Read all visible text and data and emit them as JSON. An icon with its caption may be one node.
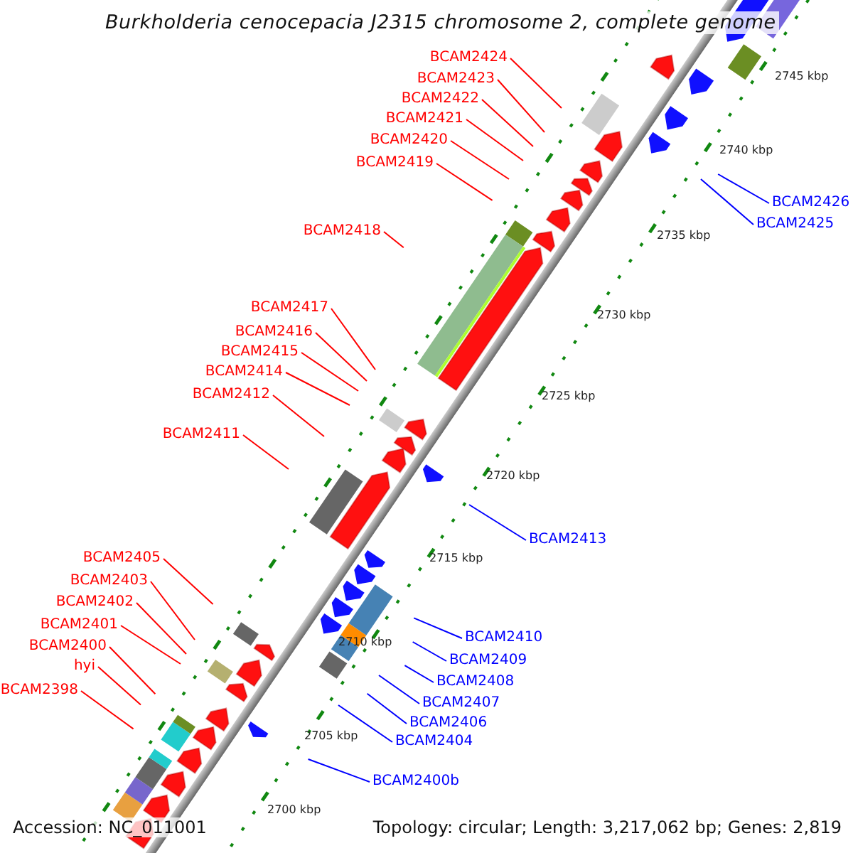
{
  "diagram": {
    "title": "Burkholderia cenocepacia J2315 chromosome 2, complete genome",
    "nodes": [
      {
        "text": [
          "BCAM2424"
        ]
      },
      {
        "text": [
          "BCAM2423"
        ]
      },
      {
        "text": [
          "BCAM2422"
        ]
      },
      {
        "text": [
          "BCAM2421"
        ]
      },
      {
        "text": [
          "BCAM2420"
        ]
      },
      {
        "text": [
          "BCAM2419"
        ]
      },
      {
        "text": [
          "BCAM2426"
        ]
      },
      {
        "text": [
          "BCAM2425"
        ]
      },
      {
        "text": [
          "BCAM2418"
        ]
      },
      {
        "text": [
          "BCAM2417"
        ]
      },
      {
        "text": [
          "BCAM2416"
        ]
      },
      {
        "text": [
          "BCAM2415"
        ]
      },
      {
        "text": [
          "BCAM2414"
        ]
      },
      {
        "text": [
          "BCAM2412"
        ]
      },
      {
        "text": [
          "BCAM2411"
        ]
      },
      {
        "text": [
          "BCAM2413"
        ]
      },
      {
        "text": [
          "BCAM2405"
        ]
      },
      {
        "text": [
          "BCAM2403"
        ]
      },
      {
        "text": [
          "BCAM2402"
        ]
      },
      {
        "text": [
          "BCAM2401"
        ]
      },
      {
        "text": [
          "BCAM2410"
        ]
      },
      {
        "text": [
          "BCAM2400"
        ]
      },
      {
        "text": [
          "BCAM2409"
        ]
      },
      {
        "text": [
          "hyi"
        ]
      },
      {
        "text": [
          "BCAM2408"
        ]
      },
      {
        "text": [
          "BCAM2398"
        ]
      },
      {
        "text": [
          "BCAM2407"
        ]
      },
      {
        "text": [
          "BCAM2406"
        ]
      },
      {
        "text": [
          "BCAM2404"
        ]
      },
      {
        "text": [
          "BCAM2400b"
        ]
      }
    ],
    "edges": [
      {
        "from": 0,
        "to": null,
        "arrow": "none"
      },
      {
        "from": 1,
        "to": null,
        "arrow": "none"
      },
      {
        "from": 2,
        "to": null,
        "arrow": "none"
      },
      {
        "from": 3,
        "to": null,
        "arrow": "none"
      },
      {
        "from": 4,
        "to": null,
        "arrow": "none"
      },
      {
        "from": 5,
        "to": null,
        "arrow": "none"
      },
      {
        "from": 6,
        "to": null,
        "arrow": "none",
        "color": "#0000ff"
      },
      {
        "from": 7,
        "to": null,
        "arrow": "none",
        "color": "#0000ff"
      },
      {
        "from": 8,
        "to": null,
        "arrow": "none"
      },
      {
        "from": 9,
        "to": null,
        "arrow": "none"
      },
      {
        "from": 10,
        "to": null,
        "arrow": "none"
      },
      {
        "from": 11,
        "to": null,
        "arrow": "none"
      },
      {
        "from": 12,
        "to": null,
        "arrow": "none"
      },
      {
        "from": 13,
        "to": null,
        "arrow": "none"
      },
      {
        "from": 14,
        "to": null,
        "arrow": "none"
      },
      {
        "from": 15,
        "to": null,
        "arrow": "none",
        "color": "#0000ff"
      },
      {
        "from": 16,
        "to": null,
        "arrow": "none"
      },
      {
        "from": 17,
        "to": null,
        "arrow": "none"
      },
      {
        "from": 18,
        "to": null,
        "arrow": "none"
      },
      {
        "from": 19,
        "to": null,
        "arrow": "none"
      },
      {
        "from": 20,
        "to": null,
        "arrow": "none",
        "color": "#0000ff"
      },
      {
        "from": 21,
        "to": null,
        "arrow": "none"
      },
      {
        "from": 22,
        "to": null,
        "arrow": "none",
        "color": "#0000ff"
      },
      {
        "from": 23,
        "to": null,
        "arrow": "none"
      },
      {
        "from": 24,
        "to": null,
        "arrow": "none",
        "color": "#0000ff"
      },
      {
        "from": 25,
        "to": null,
        "arrow": "none"
      },
      {
        "from": 26,
        "to": null,
        "arrow": "none",
        "color": "#0000ff"
      },
      {
        "from": 27,
        "to": null,
        "arrow": "none",
        "color": "#0000ff"
      },
      {
        "from": 28,
        "to": null,
        "arrow": "none",
        "color": "#0000ff"
      },
      {
        "from": 29,
        "to": null,
        "arrow": "none",
        "color": "#0000ff"
      }
    ],
    "labels": [
      "2745 kbp",
      "2740 kbp",
      "2735 kbp",
      "2730 kbp",
      "2725 kbp",
      "2720 kbp",
      "2715 kbp",
      "2710 kbp",
      "2705 kbp",
      "2700 kbp",
      "Accession: NC_011001",
      "Topology: circular; Length: 3,217,062 bp; Genes: 2,819"
    ]
  }
}
